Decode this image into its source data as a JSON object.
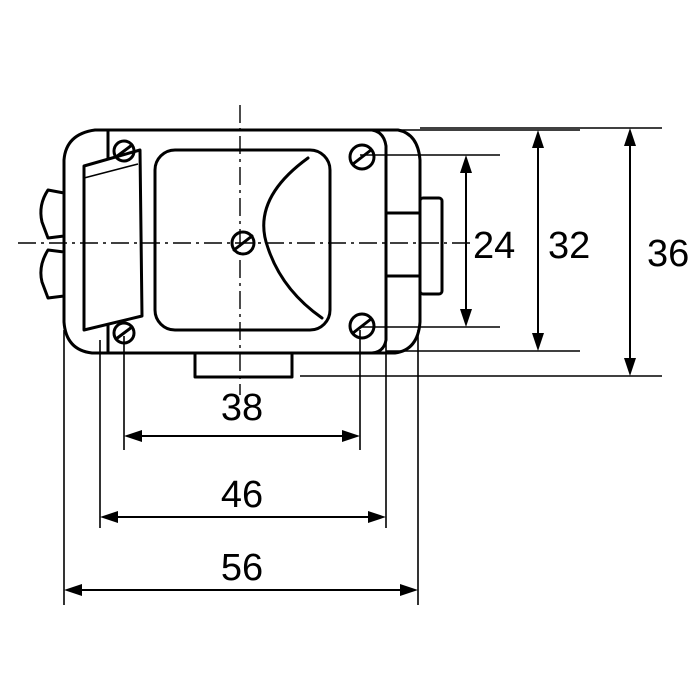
{
  "dimensions": {
    "d38": "38",
    "d46": "46",
    "d56": "56",
    "d24": "24",
    "d32": "32",
    "d36": "36"
  }
}
